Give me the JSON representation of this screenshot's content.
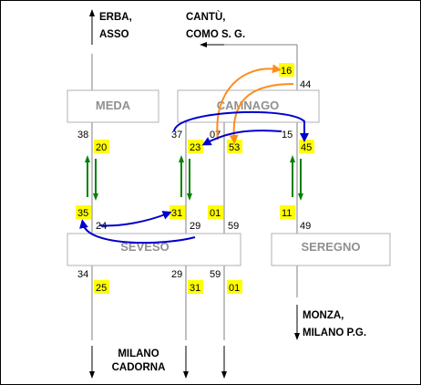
{
  "destinations": {
    "erba_asso": [
      "ERBA,",
      "ASSO"
    ],
    "cantu_como": [
      "CANTÙ,",
      "COMO S. G."
    ],
    "monza_milano": [
      "MONZA,",
      "MILANO P.G."
    ],
    "milano_cadorna": [
      "MILANO",
      "CADORNA"
    ]
  },
  "stations": {
    "meda": "MEDA",
    "camnago": "CAMNAGO",
    "seveso": "SEVESO",
    "seregno": "SEREGNO"
  },
  "times": {
    "meda_arrival": "38",
    "meda_departure": "20",
    "camnago_arr_a": "37",
    "camnago_dep_a": "23",
    "camnago_arr_b": "07",
    "camnago_dep_b": "53",
    "camnago_arr_c": "15",
    "camnago_dep_c": "45",
    "cantu_top_dep": "16",
    "cantu_top_arr": "44",
    "seveso_dep_left": "35",
    "seveso_arr_left": "24",
    "seveso_dep_mid": "31",
    "seveso_arr_mid": "29",
    "seveso_dep_right": "01",
    "seveso_arr_right": "59",
    "seregno_dep": "11",
    "seregno_arr": "49",
    "bottom_left_arr": "34",
    "bottom_left_dep": "25",
    "bottom_mid_arr": "29",
    "bottom_mid_dep": "31",
    "bottom_right_arr": "59",
    "bottom_right_dep": "01"
  },
  "colors": {
    "highlight": "#ffff00",
    "transfer_arrow": "#0000cc",
    "direction_arrow": "#008000",
    "connection_arrow": "#ff8c1a",
    "track": "#808080",
    "station_border": "#b0b0b0",
    "station_text": "#909090"
  }
}
